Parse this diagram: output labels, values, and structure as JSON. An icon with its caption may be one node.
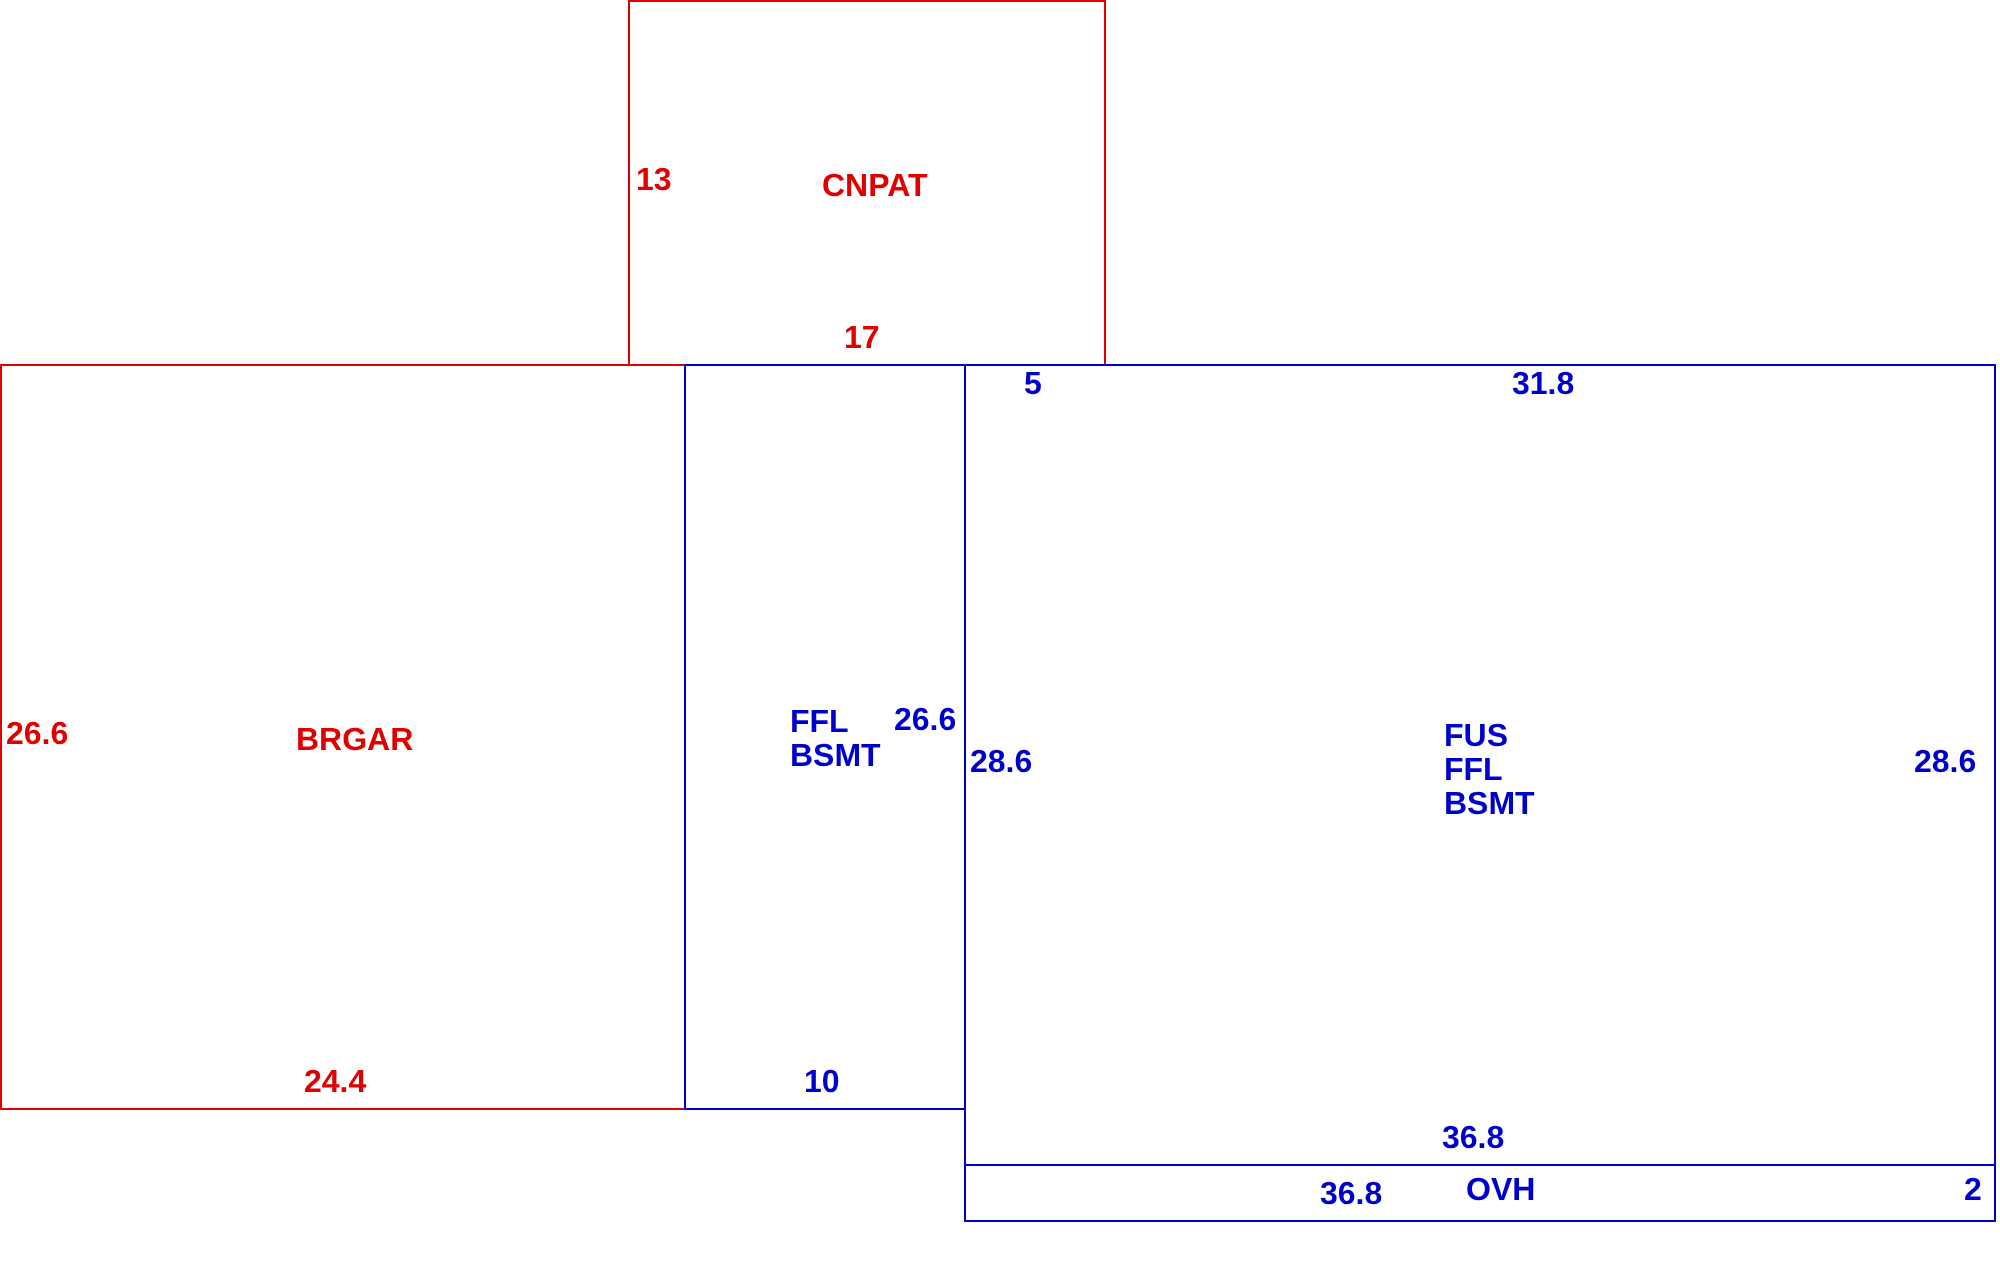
{
  "diagram": {
    "nodes": [
      {
        "text": [
          "CNPAT"
        ]
      },
      {
        "text": [
          "BRGAR"
        ]
      },
      {
        "text": [
          "FFL BSMT"
        ]
      },
      {
        "text": [
          "FUS FFL BSMT"
        ]
      },
      {
        "text": [
          "OVH"
        ]
      }
    ],
    "labels": [
      "13",
      "17",
      "5",
      "31.8",
      "26.6",
      "26.6",
      "28.6",
      "28.6",
      "24.4",
      "10",
      "36.8",
      "36.8",
      "2"
    ]
  }
}
